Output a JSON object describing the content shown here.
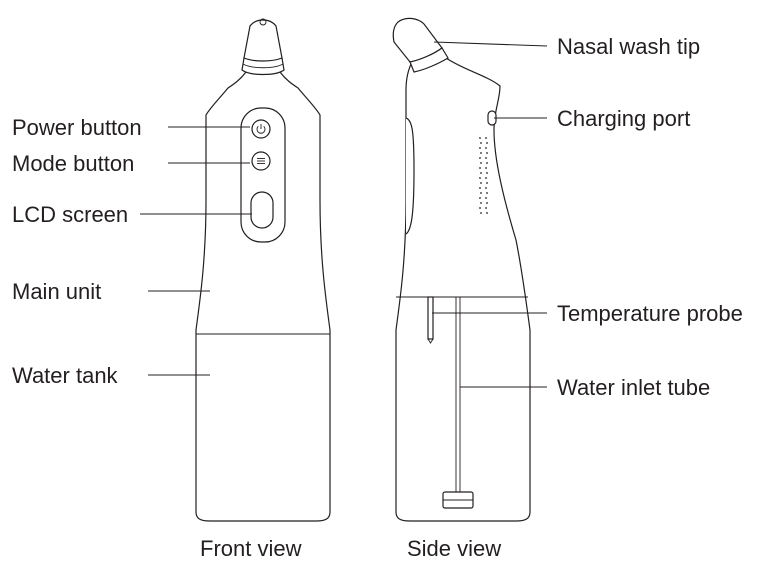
{
  "labels": {
    "power_button": "Power button",
    "mode_button": "Mode button",
    "lcd_screen": "LCD screen",
    "main_unit": "Main unit",
    "water_tank": "Water tank",
    "nasal_wash_tip": "Nasal wash tip",
    "charging_port": "Charging port",
    "temperature_probe": "Temperature probe",
    "water_inlet_tube": "Water inlet tube"
  },
  "captions": {
    "front_view": "Front view",
    "side_view": "Side view"
  },
  "icons": {
    "power": "power-icon",
    "mode": "menu-lines-icon"
  },
  "colors": {
    "line": "#231f20",
    "background": "#ffffff"
  }
}
